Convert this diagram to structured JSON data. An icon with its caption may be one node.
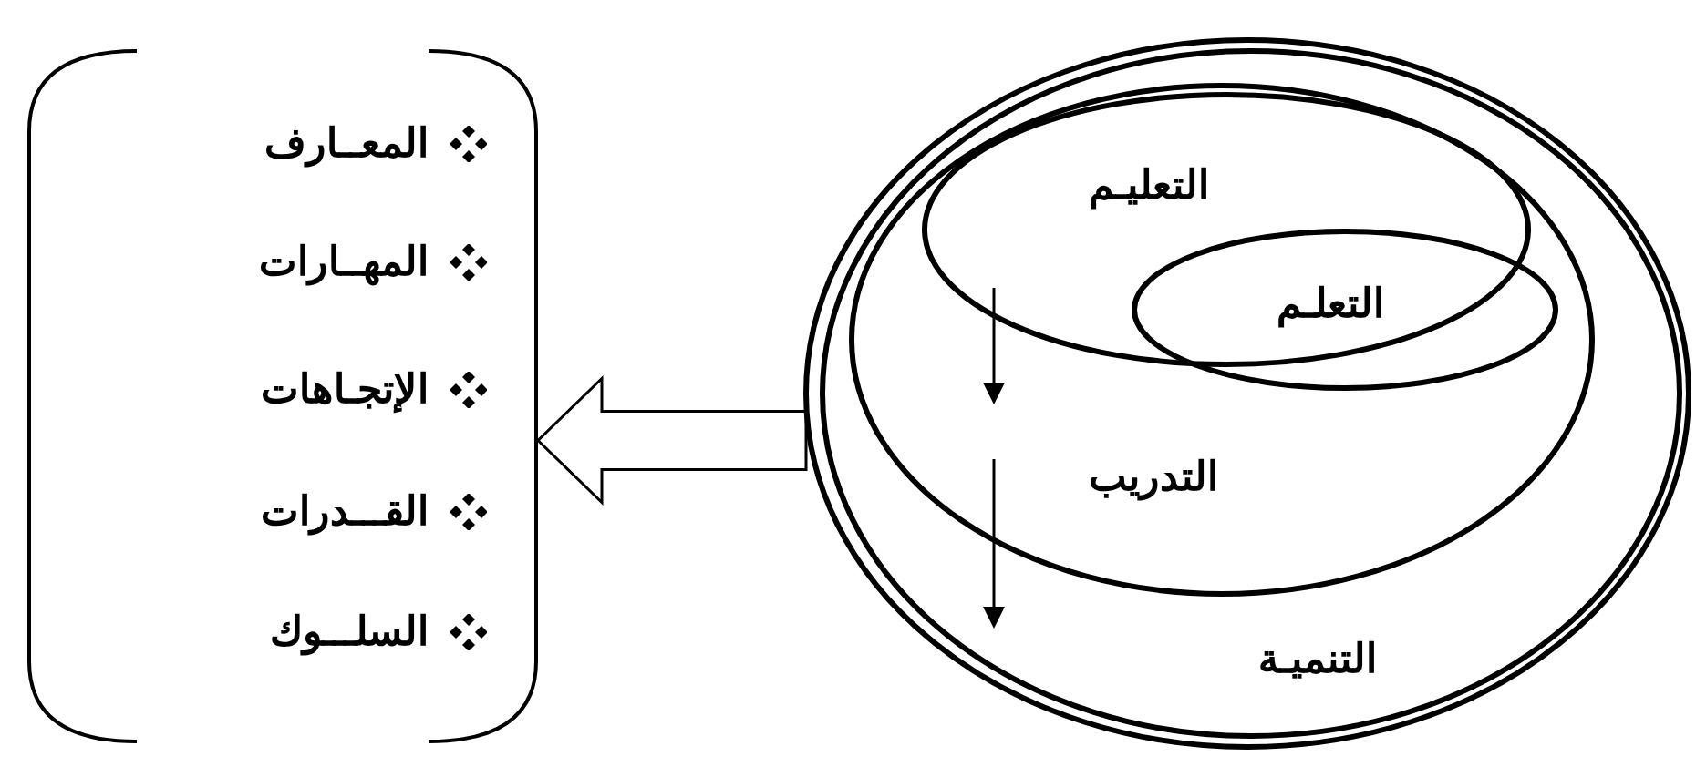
{
  "diagram": {
    "nodes": [
      {
        "text": [
          "المعــارف",
          "المهــارات",
          "الإتجـاهات",
          "القـــدرات",
          "السلـــوك"
        ]
      },
      {
        "text": [
          "التنميـة"
        ]
      },
      {
        "text": [
          "التدريب"
        ],
        "in": 1
      },
      {
        "text": [
          "التعليـم"
        ],
        "in": 2
      },
      {
        "text": [
          "التعلـم"
        ],
        "in": 2
      }
    ],
    "edges": [
      {
        "from": 1,
        "to": 0,
        "arrow": "to"
      }
    ]
  }
}
